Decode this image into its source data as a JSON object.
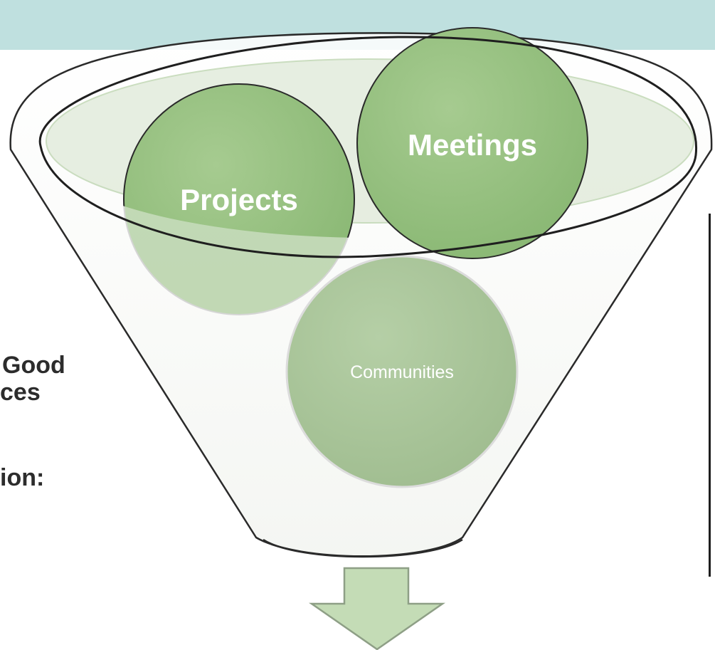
{
  "diagram": {
    "circles": [
      {
        "label": "Projects"
      },
      {
        "label": "Meetings"
      },
      {
        "label": "Communities"
      }
    ]
  },
  "side_text": {
    "line1": "Good",
    "line2": "ces",
    "line3": "ion:"
  },
  "colors": {
    "top_band": "#bfe0df",
    "circle_green": "#93bd7d",
    "circle_light": "#b3d0a3",
    "communities_green": "#a9c49a",
    "arrow_fill": "#c4dcb6",
    "funnel_stroke": "#2a2a2a"
  }
}
